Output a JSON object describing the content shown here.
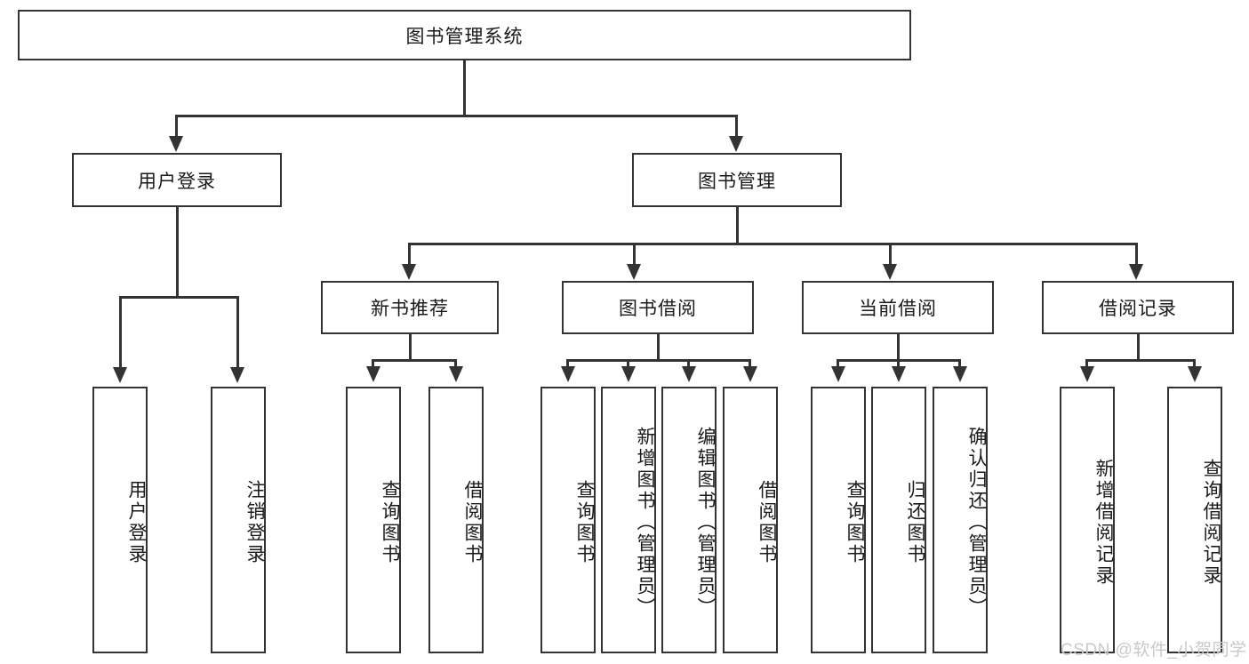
{
  "diagram": {
    "type": "tree",
    "title": "图书管理系统",
    "root": {
      "label": "图书管理系统"
    },
    "level2": [
      {
        "label": "用户登录"
      },
      {
        "label": "图书管理"
      }
    ],
    "level3": [
      {
        "label": "新书推荐"
      },
      {
        "label": "图书借阅"
      },
      {
        "label": "当前借阅"
      },
      {
        "label": "借阅记录"
      }
    ],
    "leaves": {
      "user_login": [
        {
          "label": "用户登录"
        },
        {
          "label": "注销登录"
        }
      ],
      "new_book_recommend": [
        {
          "label": "查询图书"
        },
        {
          "label": "借阅图书"
        }
      ],
      "book_borrow": [
        {
          "label": "查询图书"
        },
        {
          "label": "新增图书（管理员）"
        },
        {
          "label": "编辑图书（管理员）"
        },
        {
          "label": "借阅图书"
        }
      ],
      "current_borrow": [
        {
          "label": "查询图书"
        },
        {
          "label": "归还图书"
        },
        {
          "label": "确认归还（管理员）"
        }
      ],
      "borrow_record": [
        {
          "label": "新增借阅记录"
        },
        {
          "label": "查询借阅记录"
        }
      ]
    }
  },
  "watermark": {
    "text": "CSDN @软件_小贺同学"
  },
  "colors": {
    "stroke": "#333333",
    "background": "#ffffff",
    "text": "#1a1a1a",
    "watermark": "#c9c9c9"
  }
}
